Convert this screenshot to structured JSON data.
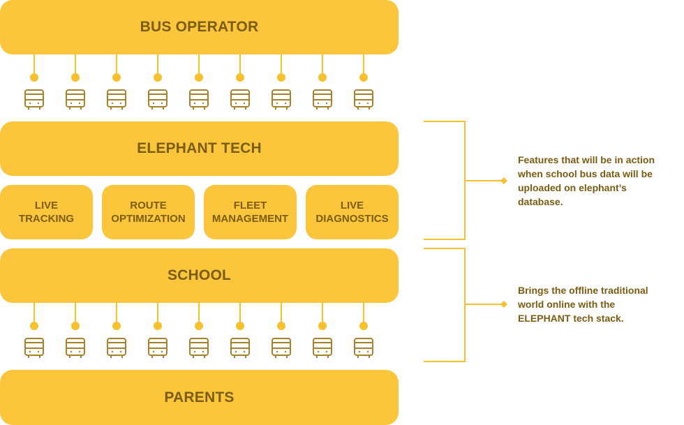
{
  "blocks": {
    "bus_operator": "BUS OPERATOR",
    "elephant_tech": "ELEPHANT TECH",
    "school": "SCHOOL",
    "parents": "PARENTS"
  },
  "features": [
    {
      "line1": "LIVE",
      "line2": "TRACKING"
    },
    {
      "line1": "ROUTE",
      "line2": "OPTIMIZATION"
    },
    {
      "line1": "FLEET",
      "line2": "MANAGEMENT"
    },
    {
      "line1": "LIVE",
      "line2": "DIAGNOSTICS"
    }
  ],
  "notes": {
    "features_note": {
      "l1": "Features that will be in action",
      "l2": "when school bus data will be",
      "l3": "uploaded on elephant’s",
      "l4": "database."
    },
    "school_note": {
      "l1": "Brings the offline traditional",
      "l2": "world online with the",
      "l3": "ELEPHANT tech stack."
    }
  },
  "icons": {
    "bus_row_1_count": 9,
    "bus_row_2_count": 9,
    "bus_icon": "bus-icon",
    "connector_icon": "connector-dot-icon"
  },
  "colors": {
    "block": "#FBC63C",
    "text": "#7A5C12",
    "connector": "#F7C02D",
    "bus_stroke": "#A8822A"
  }
}
